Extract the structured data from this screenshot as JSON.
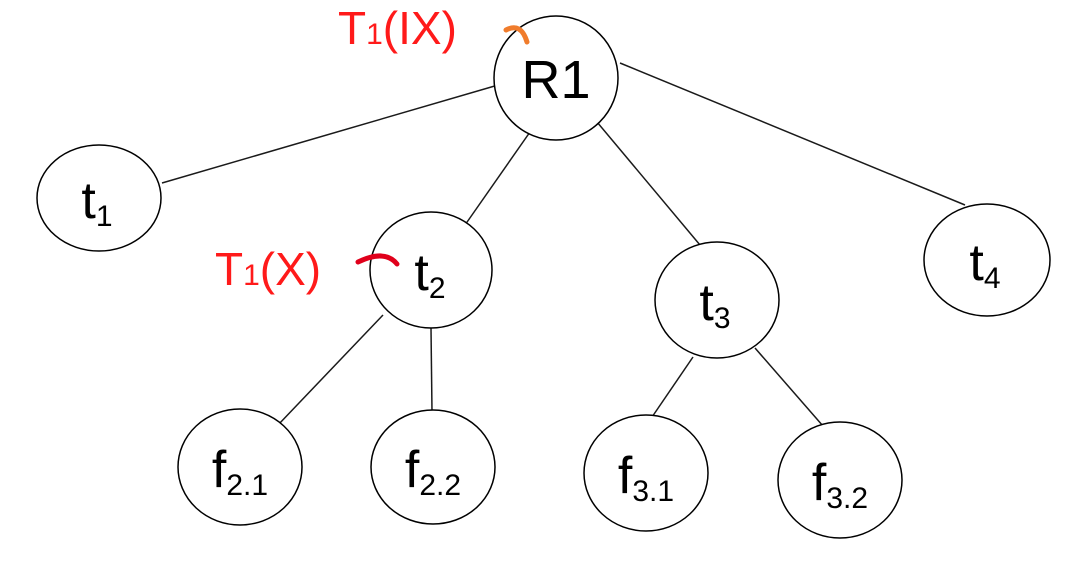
{
  "colors": {
    "edge": "#1a1a1a",
    "node_stroke": "#000000",
    "node_fill": "#ffffff",
    "lock_text": "#ff1a1a",
    "lock_ix_hook": "#f07c2c",
    "lock_x_hook": "#e0001b"
  },
  "nodes": {
    "r1": {
      "label": "R1"
    },
    "t1": {
      "base": "t",
      "sub": "1"
    },
    "t2": {
      "base": "t",
      "sub": "2"
    },
    "t3": {
      "base": "t",
      "sub": "3"
    },
    "t4": {
      "base": "t",
      "sub": "4"
    },
    "f21": {
      "base": "f",
      "sub": "2.1"
    },
    "f22": {
      "base": "f",
      "sub": "2.2"
    },
    "f31": {
      "base": "f",
      "sub": "3.1"
    },
    "f32": {
      "base": "f",
      "sub": "3.2"
    }
  },
  "edges": [
    [
      "r1",
      "t1"
    ],
    [
      "r1",
      "t2"
    ],
    [
      "r1",
      "t3"
    ],
    [
      "r1",
      "t4"
    ],
    [
      "t2",
      "f21"
    ],
    [
      "t2",
      "f22"
    ],
    [
      "t3",
      "f31"
    ],
    [
      "t3",
      "f32"
    ]
  ],
  "locks": {
    "ix": {
      "base": "T",
      "sub": "1",
      "mode": "(IX)",
      "target": "r1"
    },
    "x": {
      "base": "T",
      "sub": "1",
      "mode": "(X)",
      "target": "t2"
    }
  }
}
